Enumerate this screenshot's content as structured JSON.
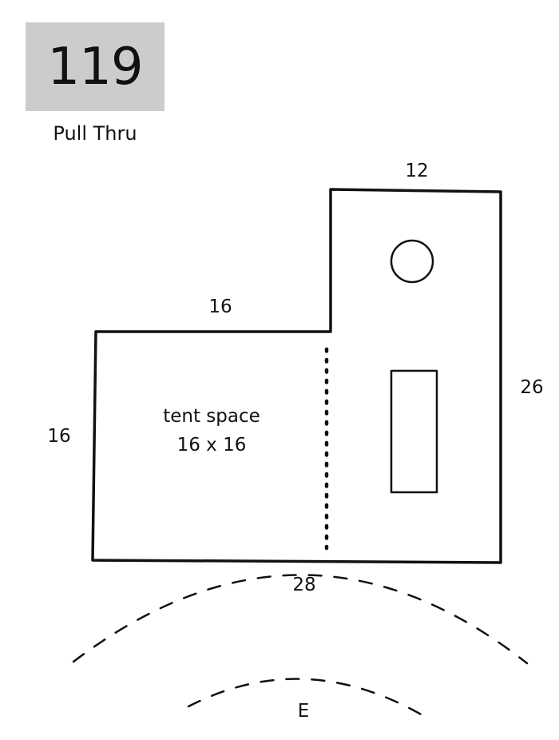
{
  "site": {
    "number": "119",
    "type": "Pull Thru"
  },
  "dimensions": {
    "top_right_width": "12",
    "top_left_width": "16",
    "right_height": "26",
    "left_height": "16",
    "bottom_width": "28"
  },
  "tent_space": {
    "label": "tent space",
    "size": "16 x 16"
  },
  "entrance": {
    "label": "E"
  },
  "colors": {
    "badge_background": "#cccccc",
    "ink": "#111111"
  }
}
